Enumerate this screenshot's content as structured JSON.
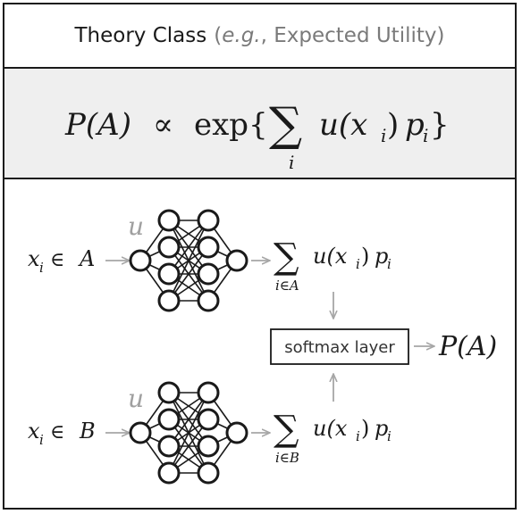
{
  "header": {
    "title": "Theory Class",
    "subtitle_prefix": "(",
    "subtitle_italic": "e.g.",
    "subtitle_rest": ", Expected Utility)"
  },
  "formula": {
    "lhs": "P(A)",
    "proportional": "∝",
    "exp": "exp{",
    "sum": "∑",
    "term": "u(x",
    "term_sub": "i",
    "term_close": ")",
    "p": "p",
    "p_sub": "i",
    "close": "}",
    "sum_index": "i"
  },
  "diagram": {
    "input_a": {
      "x": "x",
      "sub": "i",
      "rel": "∈",
      "set": "A"
    },
    "input_b": {
      "x": "x",
      "sub": "i",
      "rel": "∈",
      "set": "B"
    },
    "network_label": "u",
    "sum_a": {
      "sigma": "∑",
      "u": "u(x",
      "sub": "i",
      "close": ")",
      "p": "p",
      "psub": "i",
      "index": "i∈A"
    },
    "sum_b": {
      "sigma": "∑",
      "u": "u(x",
      "sub": "i",
      "close": ")",
      "p": "p",
      "psub": "i",
      "index": "i∈B"
    },
    "softmax_label": "softmax layer",
    "output": "P(A)",
    "colors": {
      "ink": "#1a1a1a",
      "arrow": "#a6a6a6",
      "label_gray": "#a0a0a0"
    }
  }
}
